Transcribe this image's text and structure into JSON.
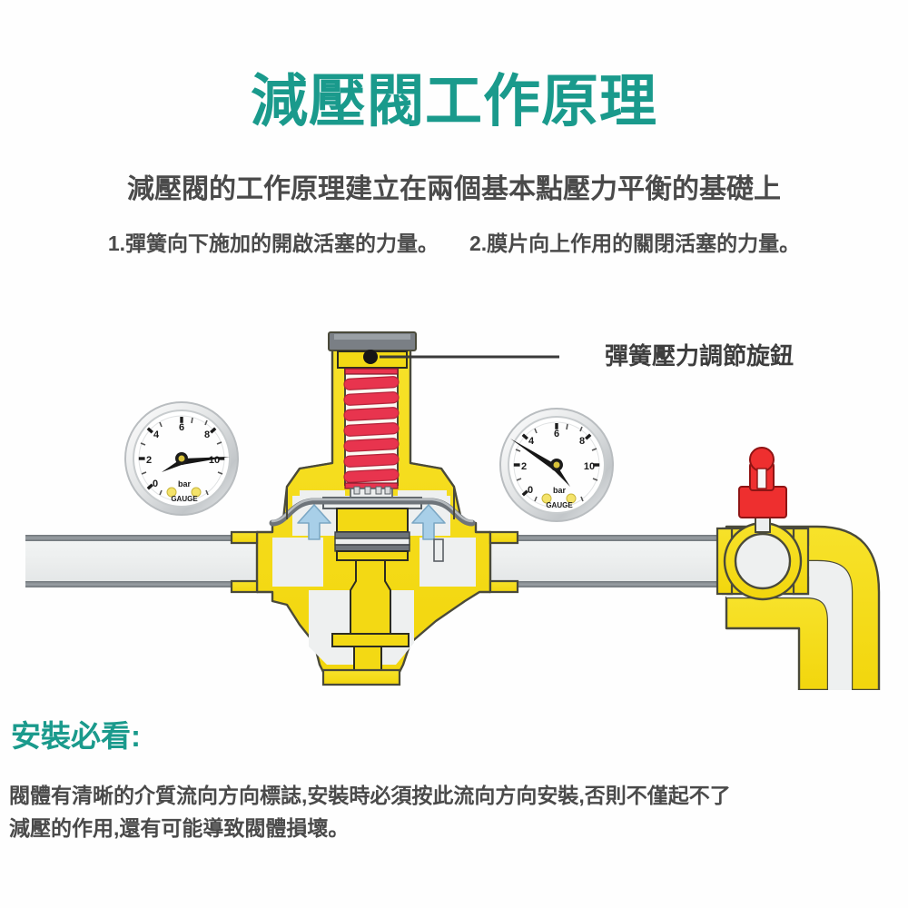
{
  "header": {
    "title": "減壓閥工作原理",
    "subtitle": "減壓閥的工作原理建立在兩個基本點壓力平衡的基礎上",
    "point_1": "1.彈簧向下施加的開啟活塞的力量。",
    "point_2": "2.膜片向上作用的關閉活塞的力量。"
  },
  "diagram": {
    "callout_label": "彈簧壓力調節旋鈕",
    "gauge_left": {
      "unit_text": "bar",
      "brand_text": "GAUGE",
      "tick_labels": [
        "0",
        "2",
        "4",
        "6",
        "8",
        "10"
      ],
      "needle_reading": "9.0"
    },
    "gauge_right": {
      "unit_text": "bar",
      "brand_text": "GAUGE",
      "tick_labels": [
        "0",
        "2",
        "4",
        "6",
        "8",
        "10"
      ],
      "needle_reading": "3.0"
    },
    "colors": {
      "body_yellow": "#f5dd19",
      "body_outline": "#4a4a3a",
      "spring_red": "#e8344e",
      "pipe_fill": "#eef0f0",
      "pipe_wall": "#7a8085",
      "arrow_blue": "#a8cfe8",
      "cap_gray": "#7a7f85",
      "handle_red": "#ee2f2f"
    }
  },
  "footer": {
    "heading": "安裝必看:",
    "body_line_1": "閥體有清晰的介質流向方向標誌,安裝時必須按此流向方向安裝,否則不僅起不了",
    "body_line_2": "減壓的作用,還有可能導致閥體損壞。"
  }
}
